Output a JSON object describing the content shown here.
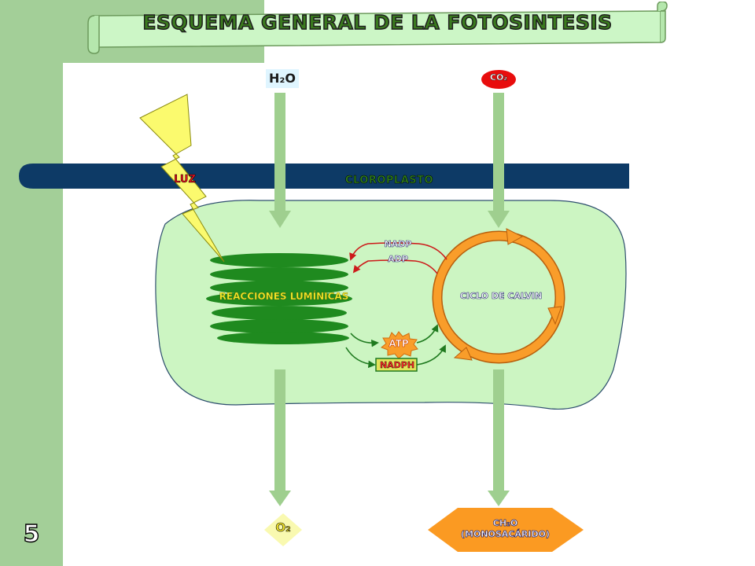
{
  "title": "ESQUEMA GENERAL DE LA FOTOSINTESIS",
  "slide_number": "5",
  "labels": {
    "h2o": "H₂O",
    "co2": "CO₂",
    "luz": "LUZ",
    "cloroplasto": "CLOROPLASTO",
    "reacciones": "REACCIONES LUMÍNICAS",
    "calvin": "CICLO DE CALVIN",
    "nadp": "NADP",
    "adp": "ADP",
    "atp": "ATP",
    "nadph": "NADPH",
    "o2": "O₂",
    "ch2o_line1": "CH₂O",
    "ch2o_line2": "(MONOSACÁRIDO)"
  },
  "colors": {
    "band_green": "#a3cf98",
    "membrane_navy": "#0d3a66",
    "stroma": "#ccf5c2",
    "thylakoid": "#1f8a1f",
    "arrow_shaft": "#9fcf8f",
    "calvin_ring": "#f99d2a",
    "lightning": "#fbfa6e",
    "co2_badge": "#e80d0d",
    "product_hexagon": "#fb9a22"
  },
  "icons": [
    "lightning-bolt-icon",
    "scroll-banner-icon",
    "cycle-arrows-icon"
  ]
}
